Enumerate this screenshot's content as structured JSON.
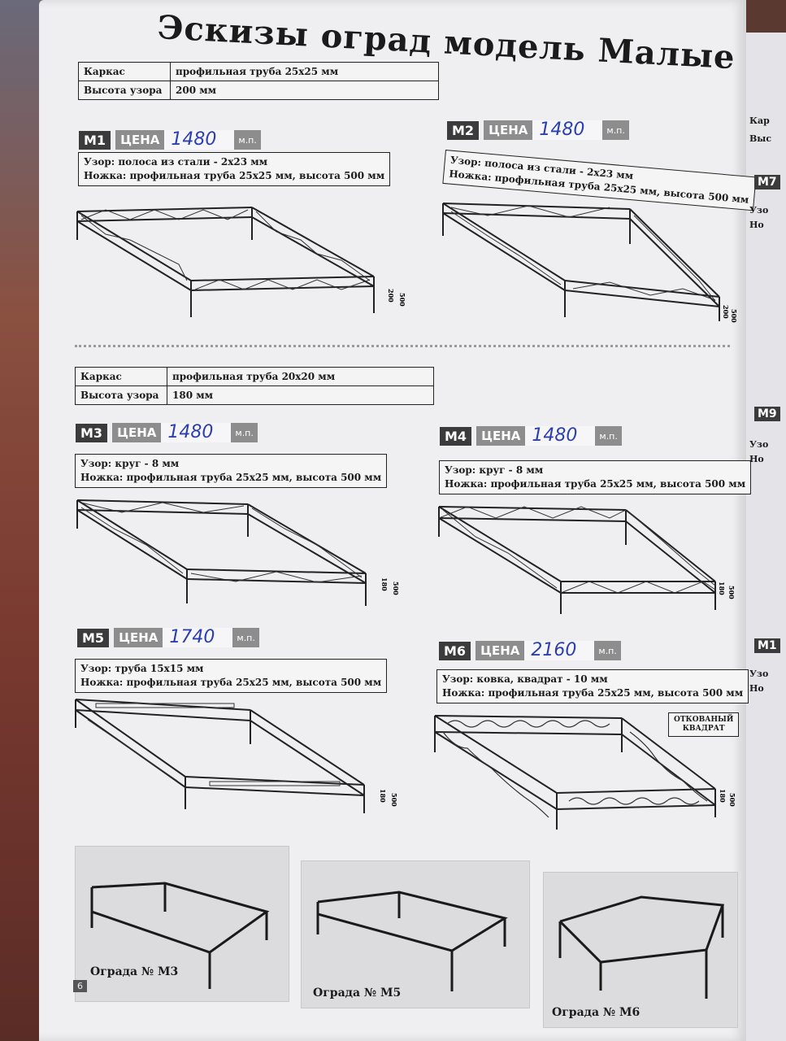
{
  "page_title": "Эскизы оград модель Малые",
  "spec_top": {
    "rows": [
      {
        "label": "Каркас",
        "value": "профильная труба 25х25 мм"
      },
      {
        "label": "Высота узора",
        "value": "200 мм"
      }
    ]
  },
  "spec_mid": {
    "rows": [
      {
        "label": "Каркас",
        "value": "профильная труба 20х20 мм"
      },
      {
        "label": "Высота узора",
        "value": "180 мм"
      }
    ]
  },
  "price_label": "ЦЕНА",
  "price_unit": "м.п.",
  "models": [
    {
      "code": "М1",
      "price": "1480",
      "pattern": "Узор: полоса из стали - 2х23 мм",
      "leg": "Ножка: профильная труба 25х25 мм, высота 500 мм",
      "dim_pattern": "200",
      "dim_total": "500"
    },
    {
      "code": "М2",
      "price": "1480",
      "pattern": "Узор: полоса из стали - 2х23 мм",
      "leg": "Ножка: профильная труба 25х25 мм, высота 500 мм",
      "dim_pattern": "200",
      "dim_total": "500"
    },
    {
      "code": "М3",
      "price": "1480",
      "pattern": "Узор: круг - 8 мм",
      "leg": "Ножка: профильная труба 25х25 мм, высота 500 мм",
      "dim_pattern": "180",
      "dim_total": "500"
    },
    {
      "code": "М4",
      "price": "1480",
      "pattern": "Узор: круг - 8 мм",
      "leg": "Ножка: профильная труба 25х25 мм, высота 500 мм",
      "dim_pattern": "180",
      "dim_total": "500"
    },
    {
      "code": "М5",
      "price": "1740",
      "pattern": "Узор: труба 15х15 мм",
      "leg": "Ножка: профильная труба 25х25 мм, высота 500 мм",
      "dim_pattern": "180",
      "dim_total": "500"
    },
    {
      "code": "М6",
      "price": "2160",
      "pattern": "Узор: ковка, квадрат - 10 мм",
      "leg": "Ножка: профильная труба 25х25 мм, высота 500 мм",
      "dim_pattern": "180",
      "dim_total": "500"
    }
  ],
  "m6_badge": [
    "ОТКОВАНЫЙ",
    "КВАДРАТ"
  ],
  "photos": [
    {
      "caption": "Ограда № М3"
    },
    {
      "caption": "Ограда № М5"
    },
    {
      "caption": "Ограда № М6"
    }
  ],
  "page_number": "6",
  "side_fragments": {
    "models": [
      "М7",
      "М9",
      "М1"
    ],
    "texts": [
      "Кар",
      "Выс",
      "Узо",
      "Но",
      "Узо",
      "Но",
      "Узо",
      "Но"
    ]
  }
}
